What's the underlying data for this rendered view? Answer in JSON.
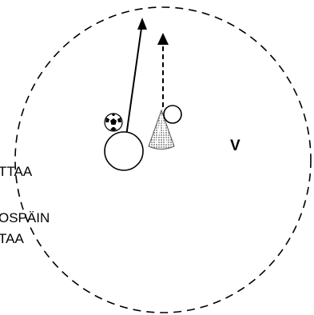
{
  "labels": {
    "left_top": "TTAA",
    "left_mid": "OSPÄIN",
    "left_bottom": "TAA",
    "zone_marker": "V"
  },
  "icons": {
    "ball": "soccer-ball-icon",
    "cone": "cone-icon"
  },
  "colors": {
    "stroke": "#000000",
    "background": "#ffffff"
  }
}
